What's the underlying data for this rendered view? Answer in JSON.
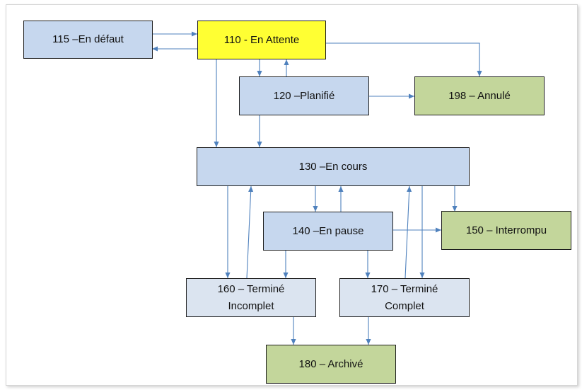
{
  "nodes": {
    "n115": "115 –En défaut",
    "n110": "110 - En Attente",
    "n120": "120 –Planifié",
    "n198": "198 – Annulé",
    "n130": "130 –En cours",
    "n140": "140 –En pause",
    "n150": "150 – Interrompu",
    "n160": "160 – Terminé\nIncomplet",
    "n170": "170 – Terminé\nComplet",
    "n180": "180 – Archivé"
  },
  "colors": {
    "arrow": "#4f81bd",
    "blue_box": "#c6d7ee",
    "light_box": "#dbe4f0",
    "yellow_box": "#ffff33",
    "green_box": "#c3d69b"
  }
}
